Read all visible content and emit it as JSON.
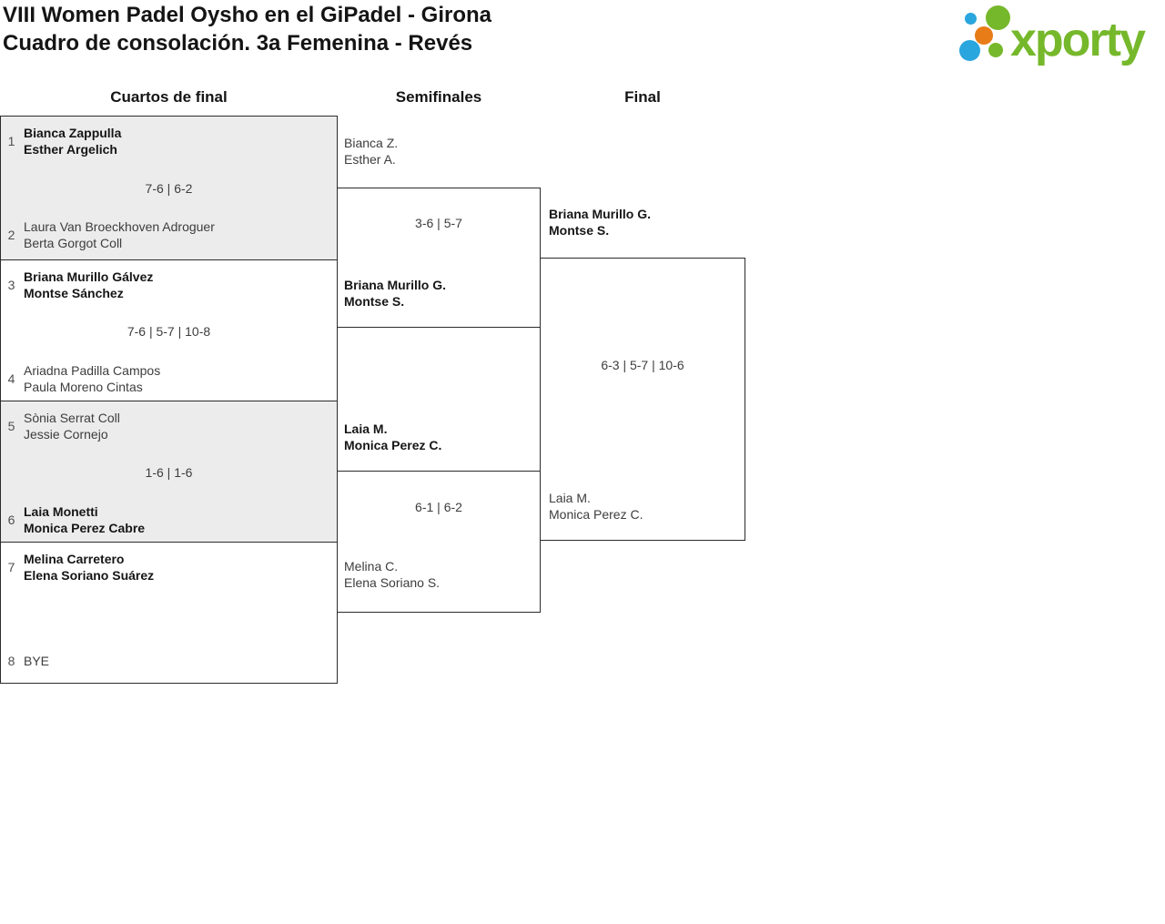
{
  "header": {
    "title_line1": "VIII Women Padel Oysho en el GiPadel - Girona",
    "title_line2": "Cuadro de consolación. 3a Femenina - Revés",
    "logo": {
      "text": "xporty",
      "green": "#76b82b",
      "blue": "#2aa6de",
      "orange": "#e87c17"
    }
  },
  "bracket": {
    "rounds": [
      {
        "label": "Cuartos de final"
      },
      {
        "label": "Semifinales"
      },
      {
        "label": "Final"
      }
    ],
    "quarterfinals": [
      {
        "seed_top": "1",
        "team_top_1": "Bianca Zappulla",
        "team_top_2": "Esther Argelich",
        "score": "7-6 | 6-2",
        "seed_bottom": "2",
        "team_bottom_1": "Laura Van Broeckhoven Adroguer",
        "team_bottom_2": "Berta Gorgot Coll",
        "winner": "top"
      },
      {
        "seed_top": "3",
        "team_top_1": "Briana Murillo Gálvez",
        "team_top_2": "Montse Sánchez",
        "score": "7-6 | 5-7 | 10-8",
        "seed_bottom": "4",
        "team_bottom_1": "Ariadna Padilla Campos",
        "team_bottom_2": "Paula Moreno Cintas",
        "winner": "top"
      },
      {
        "seed_top": "5",
        "team_top_1": "Sònia Serrat Coll",
        "team_top_2": "Jessie Cornejo",
        "score": "1-6 | 1-6",
        "seed_bottom": "6",
        "team_bottom_1": "Laia Monetti",
        "team_bottom_2": "Monica Perez Cabre",
        "winner": "bottom"
      },
      {
        "seed_top": "7",
        "team_top_1": "Melina Carretero",
        "team_top_2": "Elena Soriano Suárez",
        "seed_bottom": "8",
        "team_bottom_1": "BYE",
        "winner": "top"
      }
    ],
    "semifinals": [
      {
        "team_top_1": "Bianca Z.",
        "team_top_2": "Esther A.",
        "score": "3-6 | 5-7",
        "team_bottom_1": "Briana Murillo G.",
        "team_bottom_2": "Montse S.",
        "winner": "bottom"
      },
      {
        "team_top_1": "Laia M.",
        "team_top_2": "Monica Perez C.",
        "score": "6-1 | 6-2",
        "team_bottom_1": "Melina C.",
        "team_bottom_2": "Elena Soriano S.",
        "winner": "top"
      }
    ],
    "final": {
      "team_top_1": "Briana Murillo G.",
      "team_top_2": "Montse S.",
      "score": "6-3 | 5-7 | 10-6",
      "team_bottom_1": "Laia M.",
      "team_bottom_2": "Monica Perez C.",
      "winner": "top"
    }
  }
}
